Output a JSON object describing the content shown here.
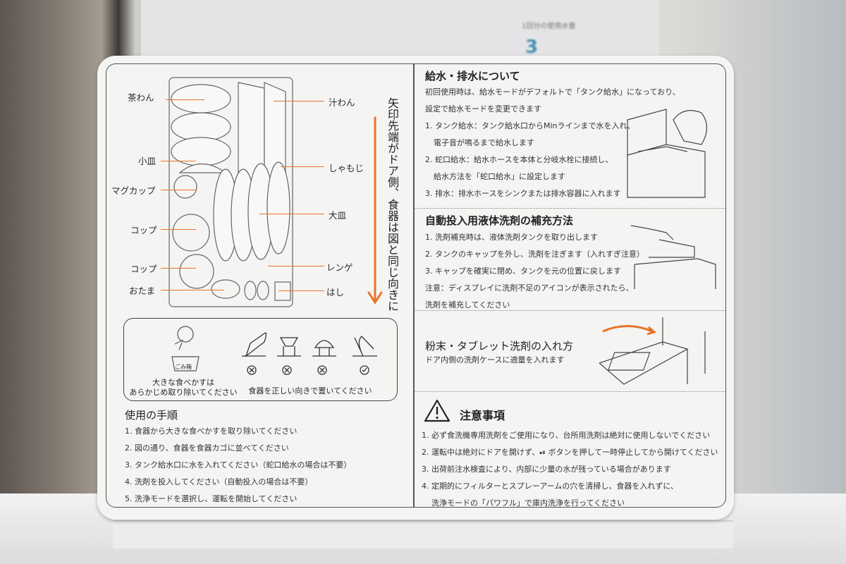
{
  "background": {
    "sign_text": "1回分の使用水量",
    "sign_number": "3"
  },
  "diagram": {
    "left_labels": [
      "茶わん",
      "小皿",
      "マグカップ",
      "コップ",
      "コップ",
      "おたま"
    ],
    "right_labels": [
      "汁わん",
      "しゃもじ",
      "大皿",
      "レンゲ",
      "はし"
    ],
    "vertical_note": "矢印先端がドア側、食器は図と同じ向きに",
    "arrow_color": "#e8742a"
  },
  "tips": {
    "trash_label": "ごみ箱",
    "remove_food": [
      "大きな食べかすは",
      "あらかじめ取り除いてください"
    ],
    "orientation": "食器を正しい向きで置いてください",
    "marks": [
      "×",
      "×",
      "×",
      "✓"
    ]
  },
  "usage": {
    "title": "使用の手順",
    "steps": [
      "1. 食器から大きな食べかすを取り除いてください",
      "2. 図の通り、食器を食器カゴに並べてください",
      "3. タンク給水口に水を入れてください（蛇口給水の場合は不要）",
      "4. 洗剤を投入してください（自動投入の場合は不要）",
      "5. 洗浄モードを選択し、運転を開始してください"
    ]
  },
  "water": {
    "title": "給水・排水について",
    "lines": [
      "初回使用時は、給水モードがデフォルトで「タンク給水」になっており、",
      "設定で給水モードを変更できます",
      "1. タンク給水：タンク給水口からMinラインまで水を入れ、",
      "電子音が鳴るまで給水します",
      "2. 蛇口給水：給水ホースを本体と分岐水栓に接続し、",
      "給水方法を「蛇口給水」に設定します",
      "3. 排水：排水ホースをシンクまたは排水容器に入れます"
    ]
  },
  "detergent": {
    "title": "自動投入用液体洗剤の補充方法",
    "lines": [
      "1. 洗剤補充時は、液体洗剤タンクを取り出します",
      "2. タンクのキャップを外し、洗剤を注ぎます（入れすぎ注意）",
      "3. キャップを確実に閉め、タンクを元の位置に戻します",
      "注意：ディスプレイに洗剤不足のアイコンが表示されたら、",
      "洗剤を補充してください"
    ]
  },
  "powder": {
    "title": "粉末・タブレット洗剤の入れ方",
    "line": "ドア内側の洗剤ケースに適量を入れます"
  },
  "caution": {
    "title": "注意事項",
    "lines": [
      "1. 必ず食洗機専用洗剤をご使用になり、台所用洗剤は絶対に使用しないでください",
      "2. 運転中は絶対にドアを開けず、⏯ ボタンを押して一時停止してから開けてください",
      "3. 出荷前注水検査により、内部に少量の水が残っている場合があります",
      "4. 定期的にフィルターとスプレーアームの穴を清掃し、食器を入れずに、",
      "洗浄モードの「パワフル」で庫内洗浄を行ってください"
    ]
  }
}
